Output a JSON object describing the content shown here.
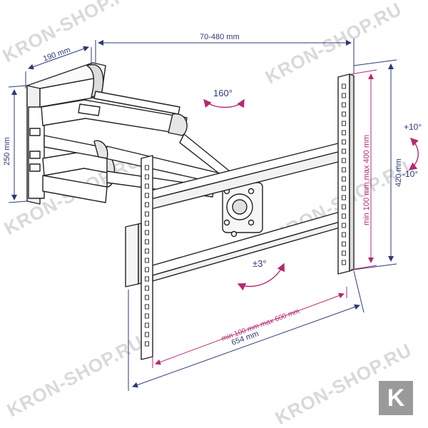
{
  "watermark": "KRON-SHOP.RU",
  "logo_letter": "K",
  "colors": {
    "dimension": "#2b3a78",
    "pattern": "#b5286e",
    "rotation": "#b5286e",
    "outline": "#222222",
    "watermark": "#d9d9d9",
    "logo": "#9a9a9a"
  },
  "dimensions": {
    "depth": "190 mm",
    "extension": "70-480 mm",
    "wall_plate_height": "250 mm",
    "panel_width": "654 mm",
    "panel_height": "420 mm",
    "vesa_horizontal": "min 100 mm max 600 mm",
    "vesa_vertical": "min 100 mm max 400 mm"
  },
  "rotations": {
    "swivel": "160°",
    "rotate": "±3°",
    "tilt_up": "+10°",
    "tilt_down": "-10°"
  }
}
